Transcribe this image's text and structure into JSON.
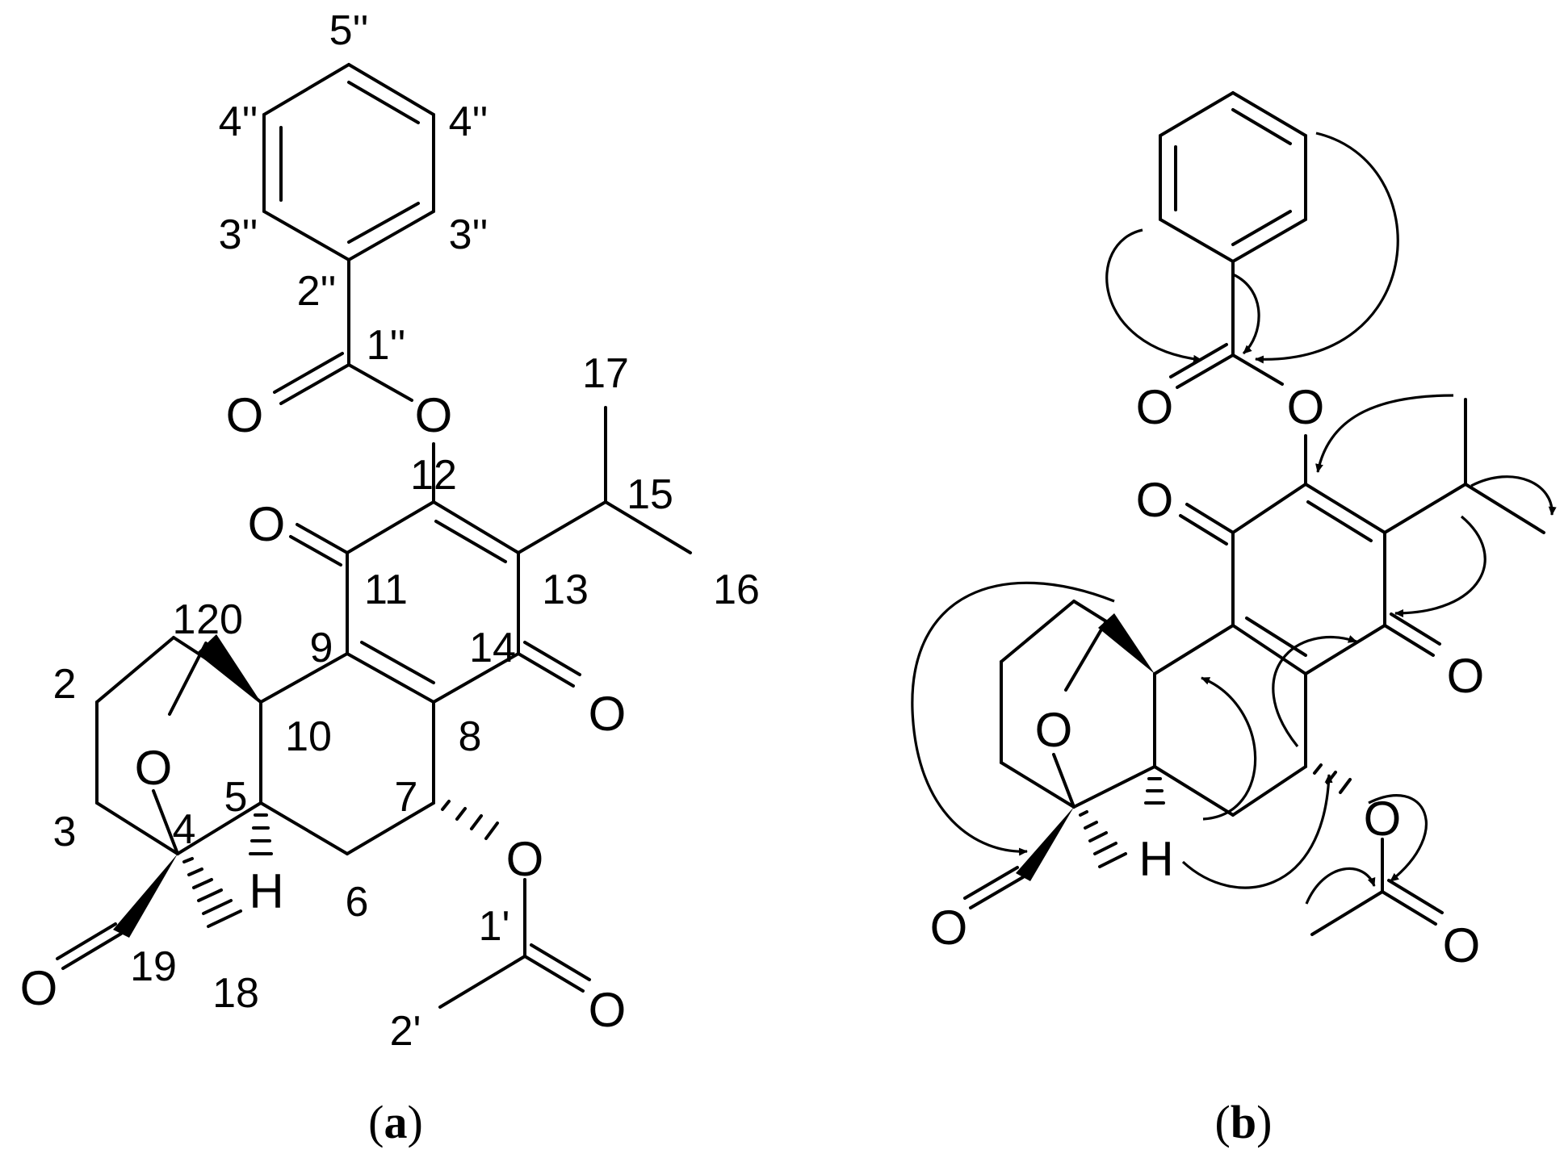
{
  "panel_a": {
    "atoms": {
      "o_ester": "O",
      "o_ester_carbonyl": "O",
      "o_c11": "O",
      "o_c14": "O",
      "o_ether": "O",
      "o_acetate": "O",
      "o_acetate_carbonyl": "O",
      "o_lactone": "O",
      "h5": "H"
    },
    "numbers": {
      "n5pp": "5''",
      "n4pp_left": "4''",
      "n4pp_right": "4''",
      "n3pp_left": "3''",
      "n3pp_right": "3''",
      "n2pp": "2''",
      "n1pp": "1''",
      "n17": "17",
      "n15": "15",
      "n16": "16",
      "n12": "12",
      "n13": "13",
      "n11": "11",
      "n14": "14",
      "n1": "1",
      "n20": "20",
      "n9": "9",
      "n2": "2",
      "n10": "10",
      "n8": "8",
      "n7": "7",
      "n5": "5",
      "n3": "3",
      "n4": "4",
      "n6": "6",
      "n1p": "1'",
      "n19": "19",
      "n18": "18",
      "n2p": "2'"
    },
    "caption_open": "(",
    "caption_letter": "a",
    "caption_close": ")"
  },
  "panel_b": {
    "atoms": {
      "o_ester": "O",
      "o_ester_carbonyl": "O",
      "o_c11": "O",
      "o_c14": "O",
      "o_ether": "O",
      "o_acetate": "O",
      "o_acetate_carbonyl": "O",
      "o_lactone": "O",
      "h5": "H"
    },
    "caption_open": "(",
    "caption_letter": "b",
    "caption_close": ")"
  }
}
